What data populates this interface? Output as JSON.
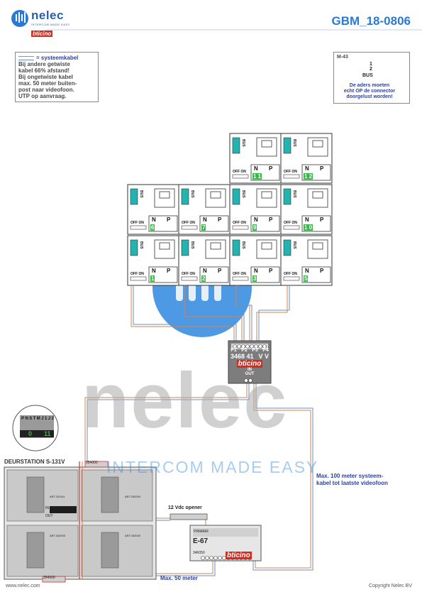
{
  "header": {
    "logo_name": "nelec",
    "logo_tagline": "INTERCOM MADE EASY",
    "logo_brand": "bticino",
    "document_code": "GBM_18-0806"
  },
  "legend_note": {
    "title": "= systeemkabel",
    "lines": [
      "Bij andere getwiste",
      "kabel 66% afstand!",
      "Bij ongetwiste kabel",
      "max. 50 meter buiten-",
      "post naar videofoon.",
      "UTP op aanvraag."
    ]
  },
  "m43_note": {
    "title": "M-43",
    "terminal_1": "1",
    "terminal_2": "2",
    "bus_label": "BUS",
    "lines": [
      "De aders moeten",
      "echt OP de connector",
      "doorgelust worden!"
    ]
  },
  "videophone": {
    "bus_label": "BUS",
    "off_on_label": "OFF ON",
    "n_label": "N",
    "p_label": "P",
    "units": [
      {
        "row": 0,
        "col": 2,
        "code": "1 1"
      },
      {
        "row": 0,
        "col": 3,
        "code": "1 2"
      },
      {
        "row": 1,
        "col": 0,
        "code": "6"
      },
      {
        "row": 1,
        "col": 1,
        "code": "7"
      },
      {
        "row": 1,
        "col": 2,
        "code": "9"
      },
      {
        "row": 1,
        "col": 3,
        "code": "1 0"
      },
      {
        "row": 2,
        "col": 0,
        "code": "1"
      },
      {
        "row": 2,
        "col": 1,
        "code": "2"
      },
      {
        "row": 2,
        "col": 2,
        "code": "3"
      },
      {
        "row": 2,
        "col": 3,
        "code": "5"
      }
    ]
  },
  "distributor": {
    "ports": [
      "P1",
      "P2",
      "P3",
      "P4"
    ],
    "model": "3468 41",
    "vv": "V V",
    "brand": "bticino",
    "in_label": "IN",
    "out_label": "OUT"
  },
  "dip_panel": {
    "labels": [
      "P",
      "N",
      "S",
      "T",
      "M",
      "J",
      "1",
      "J",
      "2"
    ],
    "values": [
      "0",
      "11"
    ]
  },
  "door_station": {
    "title": "DEURSTATION S-131V",
    "top_code": "354000",
    "bottom_code": "354000",
    "module_tl": "ART.331101",
    "module_tr": "ART.332000",
    "module_bl": "ART.332000",
    "module_br": "ART.332000",
    "in_label": "IN",
    "out_label": "OUT"
  },
  "opener_label": "12 Vdc opener",
  "power_supply": {
    "code": "E-67",
    "brand": "bticino",
    "model": "346050",
    "top_label": "PRIMAIR"
  },
  "max50_label": "Max. 50 meter",
  "max100_label": "Max. 100 meter systeem-\nkabel tot laatste videofoon",
  "watermark": {
    "word": "nelec",
    "tagline": "INTERCOM MADE EASY"
  },
  "footer": {
    "website": "www.nelec.com",
    "copyright": "Copyright Nelec BV"
  },
  "colors": {
    "accent_blue": "#2a7ad3",
    "heading_blue": "#2b3fa8",
    "brand_red": "#d62c1f",
    "terminal_teal": "#23b3b1",
    "code_green": "#3cb84a",
    "cable_orange": "#d2844c",
    "cable_blue": "#6a8fc4"
  }
}
